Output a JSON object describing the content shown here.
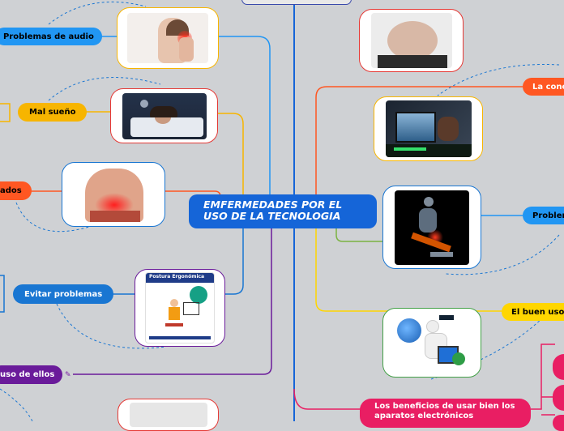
{
  "central": {
    "line1": "EMFERMEDADES POR EL",
    "line2": "USO DE LA TECNOLOGIA"
  },
  "left_topics": [
    {
      "label": "Problemas de audio",
      "color": "#2196f3",
      "text_color": "#000000"
    },
    {
      "label": "Mal sueño",
      "color": "#f7b500",
      "text_color": "#000000"
    },
    {
      "label": "ados",
      "color": "#ff5722",
      "text_color": "#000000"
    },
    {
      "label": "Evitar problemas",
      "color": "#1976d2",
      "text_color": "#ffffff"
    },
    {
      "label": "uso de ellos",
      "color": "#6a1b9a",
      "text_color": "#ffffff"
    }
  ],
  "right_topics": [
    {
      "label": "La conc",
      "color": "#ff5722",
      "text_color": "#ffffff"
    },
    {
      "label": "Problem",
      "color": "#2196f3",
      "text_color": "#000000"
    },
    {
      "label": "El buen uso d",
      "color": "#ffd600",
      "text_color": "#000000"
    },
    {
      "label": "Los beneficios de usar bien los",
      "label2": "aparatos electrónicos",
      "color": "#e91e63",
      "text_color": "#ffffff"
    }
  ],
  "image_icons": [
    "ear-pain-image",
    "sleep-image",
    "back-pain-image",
    "ergonomic-poster-image",
    "belly-image",
    "gaming-image",
    "knee-pain-image",
    "globe-computer-image"
  ],
  "poster": {
    "title": "Postura Ergonómica"
  }
}
